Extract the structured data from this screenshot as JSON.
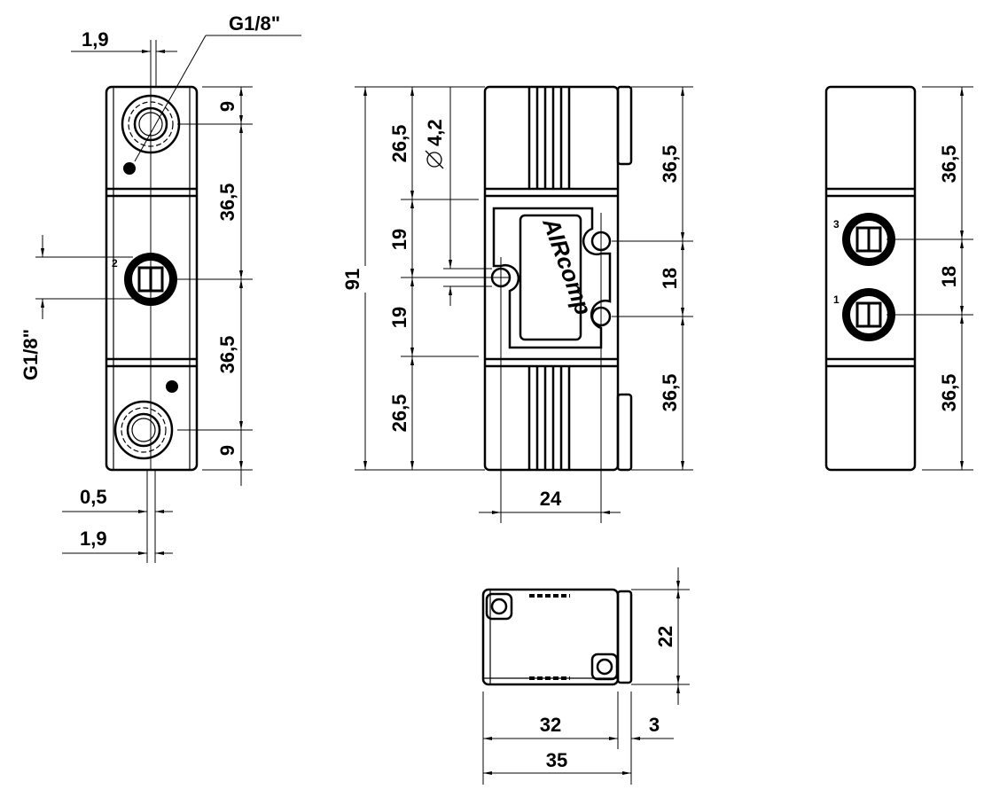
{
  "logo_text": "AIRcomp",
  "side_view": {
    "thread_top": "G1/8\"",
    "thread_left": "G1/8\"",
    "offset_top": "1,9",
    "offset_bottom_a": "0,5",
    "offset_bottom_b": "1,9",
    "dims": [
      "9",
      "36,5",
      "36,5",
      "9"
    ],
    "port_label": "2"
  },
  "front_view": {
    "overall_height": "91",
    "left_dims": [
      "26,5",
      "19",
      "19",
      "26,5"
    ],
    "hole_diameter": "4,2",
    "right_dims": [
      "36,5",
      "18",
      "36,5"
    ],
    "width": "24"
  },
  "rear_view": {
    "dims": [
      "36,5",
      "18",
      "36,5"
    ],
    "port_labels": [
      "3",
      "1"
    ]
  },
  "top_view": {
    "height": "22",
    "body_width": "32",
    "tab_width": "3",
    "overall_width": "35"
  }
}
